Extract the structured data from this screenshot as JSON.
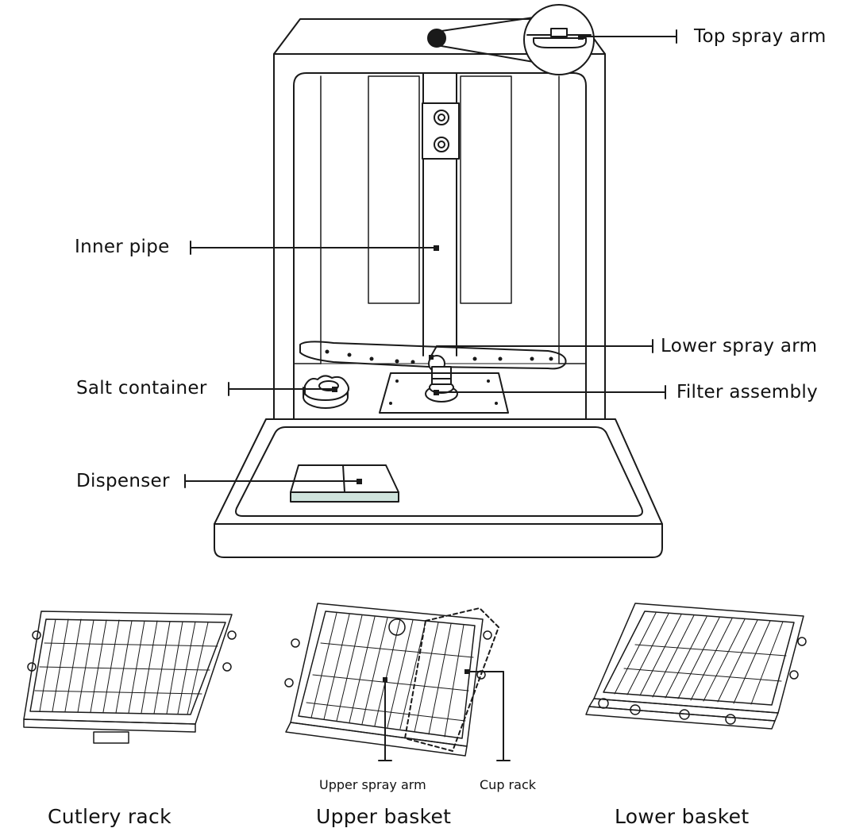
{
  "diagram": {
    "callouts": {
      "top_spray_arm": "Top spray arm",
      "inner_pipe": "Inner pipe",
      "lower_spray_arm": "Lower spray arm",
      "salt_container": "Salt container",
      "filter_assembly": "Filter assembly",
      "dispenser": "Dispenser",
      "upper_spray_arm": "Upper spray arm",
      "cup_rack": "Cup rack"
    },
    "captions": {
      "cutlery_rack": "Cutlery rack",
      "upper_basket": "Upper basket",
      "lower_basket": "Lower basket"
    }
  },
  "colors": {
    "line": "#1a1a1a",
    "dispenser_fill": "#cfe3dc",
    "background": "#ffffff"
  }
}
